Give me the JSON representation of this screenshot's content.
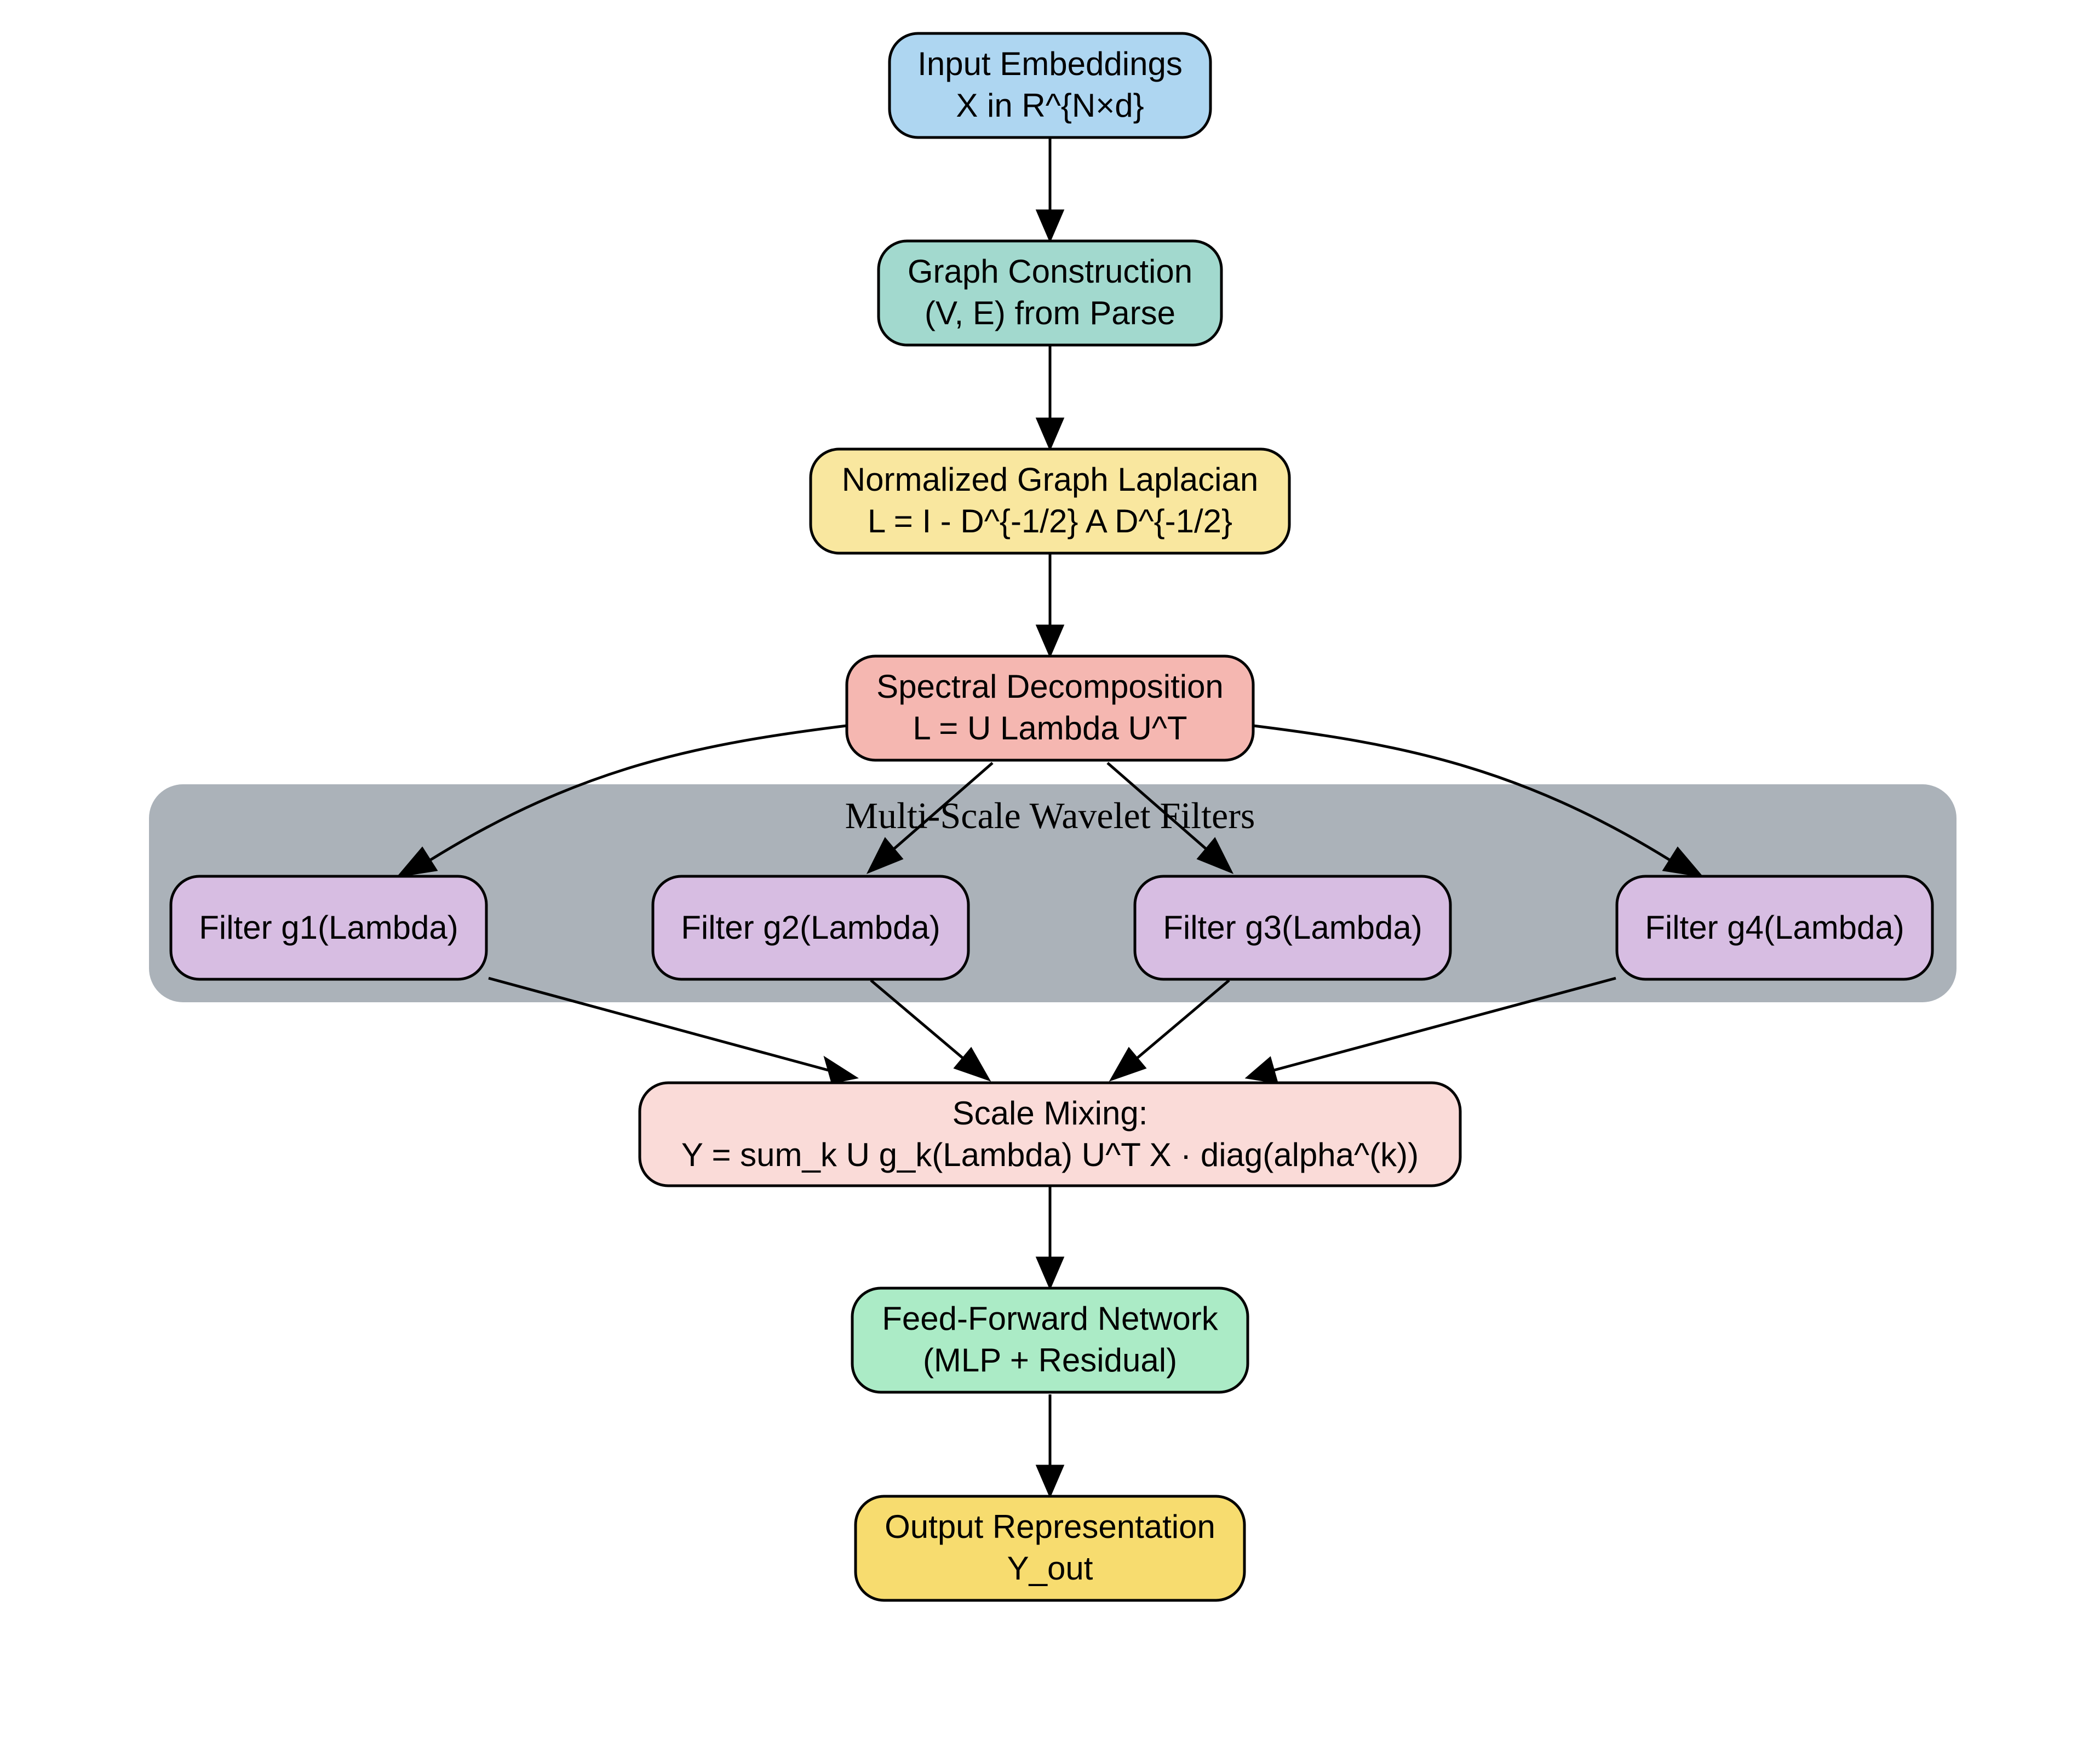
{
  "colors": {
    "input": "#aed6f1",
    "graph": "#a2d9ce",
    "laplacian": "#f9e79f",
    "spectral": "#f5b7b1",
    "filter": "#d7bde2",
    "mixing": "#fadbd8",
    "ffn": "#abebc6",
    "output": "#f7dc6f",
    "cluster": "#abb2b9"
  },
  "nodes": {
    "input": {
      "line1": "Input Embeddings",
      "line2": "X in R^{N×d}"
    },
    "graph": {
      "line1": "Graph Construction",
      "line2": "(V, E) from Parse"
    },
    "laplacian": {
      "line1": "Normalized Graph Laplacian",
      "line2": "L = I - D^{-1/2} A D^{-1/2}"
    },
    "spectral": {
      "line1": "Spectral Decomposition",
      "line2": "L = U Lambda U^T"
    },
    "mixing": {
      "line1": "Scale Mixing:",
      "line2": "Y = sum_k U g_k(Lambda) U^T X · diag(alpha^(k))"
    },
    "ffn": {
      "line1": "Feed-Forward Network",
      "line2": "(MLP + Residual)"
    },
    "output": {
      "line1": "Output Representation",
      "line2": "Y_out"
    }
  },
  "cluster": {
    "title": "Multi-Scale Wavelet Filters",
    "filters": [
      {
        "label": "Filter g1(Lambda)"
      },
      {
        "label": "Filter g2(Lambda)"
      },
      {
        "label": "Filter g3(Lambda)"
      },
      {
        "label": "Filter g4(Lambda)"
      }
    ]
  }
}
